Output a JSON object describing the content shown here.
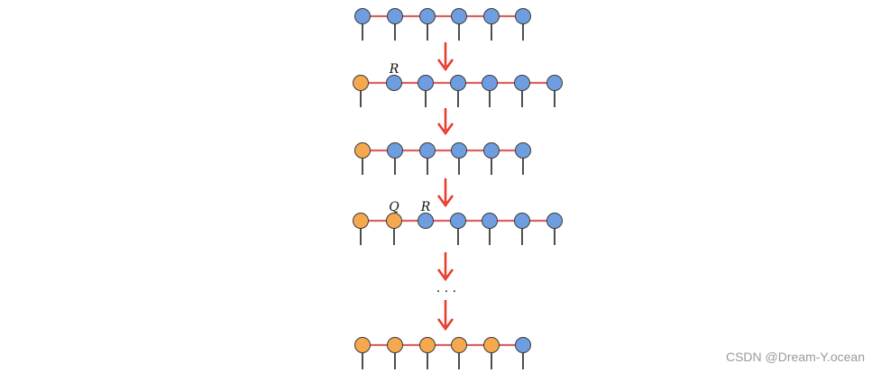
{
  "colors": {
    "orange": "#f5a84e",
    "blue": "#6f9ee0",
    "bond": "#d9625e",
    "arrow": "#e8392a",
    "leg": "#222222",
    "outline": "#3a3a3a"
  },
  "rows": [
    {
      "nodes": [
        "blue",
        "blue",
        "blue",
        "blue",
        "blue",
        "blue"
      ],
      "legs": [
        1,
        1,
        1,
        1,
        1,
        1
      ],
      "labels": [
        "",
        "",
        "",
        "",
        "",
        ""
      ]
    },
    {
      "nodes": [
        "orange",
        "blue",
        "blue",
        "blue",
        "blue",
        "blue",
        "blue"
      ],
      "legs": [
        1,
        0,
        1,
        1,
        1,
        1,
        1
      ],
      "labels": [
        "",
        "R",
        "",
        "",
        "",
        "",
        ""
      ]
    },
    {
      "nodes": [
        "orange",
        "blue",
        "blue",
        "blue",
        "blue",
        "blue"
      ],
      "legs": [
        1,
        1,
        1,
        1,
        1,
        1
      ],
      "labels": [
        "",
        "",
        "",
        "",
        "",
        ""
      ]
    },
    {
      "nodes": [
        "orange",
        "orange",
        "blue",
        "blue",
        "blue",
        "blue",
        "blue"
      ],
      "legs": [
        1,
        1,
        0,
        1,
        1,
        1,
        1
      ],
      "labels": [
        "",
        "Q",
        "R",
        "",
        "",
        "",
        ""
      ]
    },
    {
      "nodes": [
        "orange",
        "orange",
        "orange",
        "orange",
        "orange",
        "blue"
      ],
      "legs": [
        1,
        1,
        1,
        1,
        1,
        1
      ],
      "labels": [
        "",
        "",
        "",
        "",
        "",
        ""
      ]
    }
  ],
  "ellipsis": "· · ·",
  "watermark": "CSDN @Dream-Y.ocean"
}
